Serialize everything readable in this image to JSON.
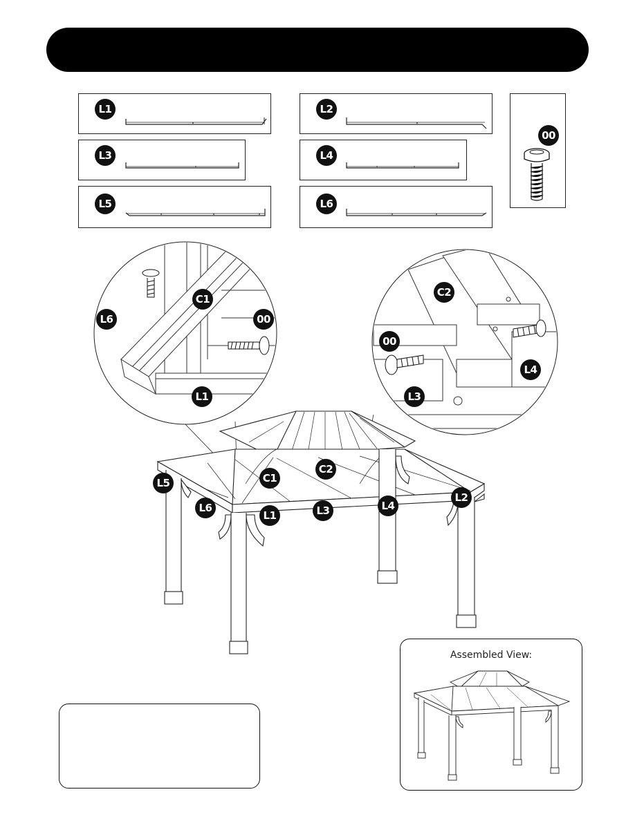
{
  "header": {
    "title": ""
  },
  "parts": [
    {
      "id": "L1",
      "label": "L1"
    },
    {
      "id": "L2",
      "label": "L2"
    },
    {
      "id": "L3",
      "label": "L3"
    },
    {
      "id": "L4",
      "label": "L4"
    },
    {
      "id": "L5",
      "label": "L5"
    },
    {
      "id": "L6",
      "label": "L6"
    }
  ],
  "hardware": {
    "label": "00"
  },
  "detail_left": {
    "labels": [
      "C1",
      "L6",
      "00",
      "L1"
    ]
  },
  "detail_right": {
    "labels": [
      "C2",
      "00",
      "L4",
      "L3"
    ]
  },
  "main_callouts": [
    "L5",
    "C1",
    "C2",
    "L2",
    "L6",
    "L1",
    "L3",
    "L4"
  ],
  "assembled": {
    "title": "Assembled View:"
  },
  "note": {
    "text": ""
  }
}
